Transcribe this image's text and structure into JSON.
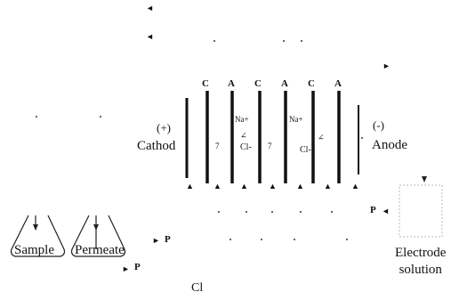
{
  "electrodes": {
    "cathode": {
      "sign": "(+)",
      "name": "Cathod"
    },
    "anode": {
      "sign": "(-)",
      "name": "Anode"
    }
  },
  "membranes": [
    "C",
    "A",
    "C",
    "A",
    "C",
    "A"
  ],
  "compartment_marks": [
    "7",
    "Na+",
    "∠",
    "Cl-",
    "7",
    "Na+",
    "Cl-",
    "∠"
  ],
  "vessels": {
    "sample": "Sample",
    "permeate": "Permeate",
    "electrode_solution": "Electrode\nsolution"
  },
  "flow_labels": {
    "p_right": "P",
    "p_mid": "P",
    "p_low": "P",
    "cl": "Cl"
  },
  "arrow_glyph": "▲",
  "left_arrow_glyph": "◄",
  "right_arrow_glyph": "►",
  "colors": {
    "ink": "#111111",
    "faint": "#9a9a9a"
  }
}
